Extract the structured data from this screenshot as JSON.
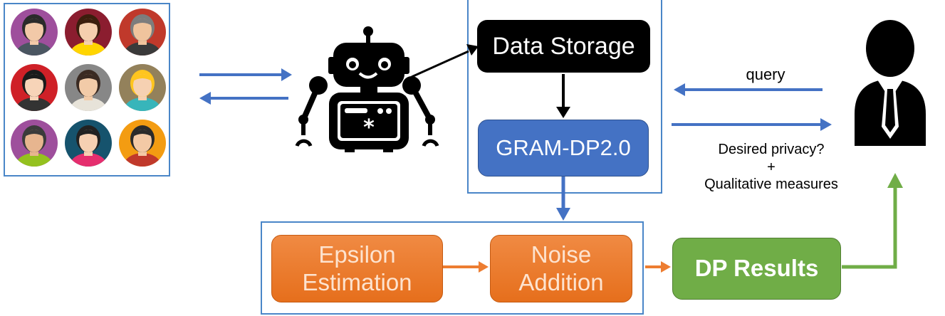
{
  "users_panel": {
    "avatars": [
      {
        "name": "avatar-man-glasses-icon",
        "bg": "#9e4f9c",
        "skin": "#f2c9a8",
        "hair": "#2b2b2b",
        "shirt": "#4a5661"
      },
      {
        "name": "avatar-woman-bob-icon",
        "bg": "#8b1d2f",
        "skin": "#f5cfae",
        "hair": "#3b1e0d",
        "shirt": "#ffd500"
      },
      {
        "name": "avatar-old-man-icon",
        "bg": "#c0392b",
        "skin": "#f0c49d",
        "hair": "#7d7d7d",
        "shirt": "#3a3a3a"
      },
      {
        "name": "avatar-woman-red-hair-icon",
        "bg": "#cf2027",
        "skin": "#f7d4b8",
        "hair": "#1b1b1b",
        "shirt": "#333333"
      },
      {
        "name": "avatar-man-grey-icon",
        "bg": "#878787",
        "skin": "#f2cba8",
        "hair": "#3a2a22",
        "shirt": "#e7e3d9"
      },
      {
        "name": "avatar-woman-curly-icon",
        "bg": "#93815b",
        "skin": "#f6d1b2",
        "hair": "#ffc51f",
        "shirt": "#37b5ba"
      },
      {
        "name": "avatar-man-beard-icon",
        "bg": "#9e4f9c",
        "skin": "#e7b58f",
        "hair": "#3b3b3b",
        "shirt": "#94c11f"
      },
      {
        "name": "avatar-woman-long-hair-icon",
        "bg": "#16536d",
        "skin": "#f6d0b2",
        "hair": "#222222",
        "shirt": "#e52e6e"
      },
      {
        "name": "avatar-man-bowtie-icon",
        "bg": "#f39c12",
        "skin": "#f3c9a5",
        "hair": "#2b2b2b",
        "shirt": "#c0392b"
      }
    ]
  },
  "diagram": {
    "data_storage": "Data Storage",
    "gram_dp": "GRAM-DP2.0",
    "epsilon": "Epsilon\nEstimation",
    "noise": "Noise\nAddition",
    "dp_results": "DP Results",
    "query_label": "query",
    "privacy_label": "Desired privacy?\n+\nQualitative measures"
  },
  "colors": {
    "frame": "#4a86c8",
    "arrow_blue": "#4472c4",
    "arrow_orange": "#ed7d31",
    "arrow_green": "#70ad47",
    "black": "#000000"
  },
  "icons": {
    "robot": "robot-icon",
    "person": "businessman-icon"
  }
}
